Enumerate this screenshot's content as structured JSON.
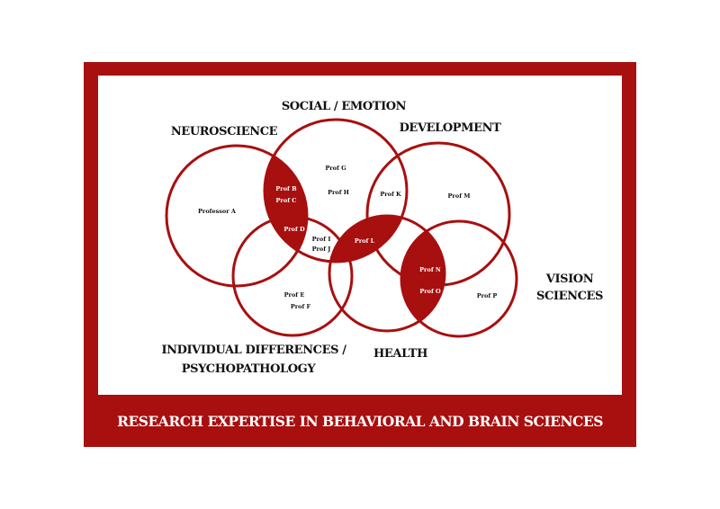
{
  "colors": {
    "accent": "#a80f0f",
    "background": "#ffffff",
    "text": "#111111"
  },
  "footer": {
    "title": "RESEARCH EXPERTISE IN BEHAVIORAL AND BRAIN SCIENCES"
  },
  "categories": {
    "social_emotion": "SOCIAL / EMOTION",
    "neuroscience": "NEUROSCIENCE",
    "development": "DEVELOPMENT",
    "vision_line1": "VISION",
    "vision_line2": "SCIENCES",
    "individual_line1": "INDIVIDUAL DIFFERENCES /",
    "individual_line2": "PSYCHOPATHOLOGY",
    "health": "HEALTH"
  },
  "professors": {
    "a": "Professor A",
    "b": "Prof B",
    "c": "Prof C",
    "d": "Prof D",
    "e": "Prof E",
    "f": "Prof F",
    "g": "Prof G",
    "h": "Prof H",
    "i": "Prof I",
    "j": "Prof J",
    "k": "Prof K",
    "l": "Prof L",
    "m": "Prof M",
    "n": "Prof N",
    "o": "Prof O",
    "p": "Prof P"
  }
}
